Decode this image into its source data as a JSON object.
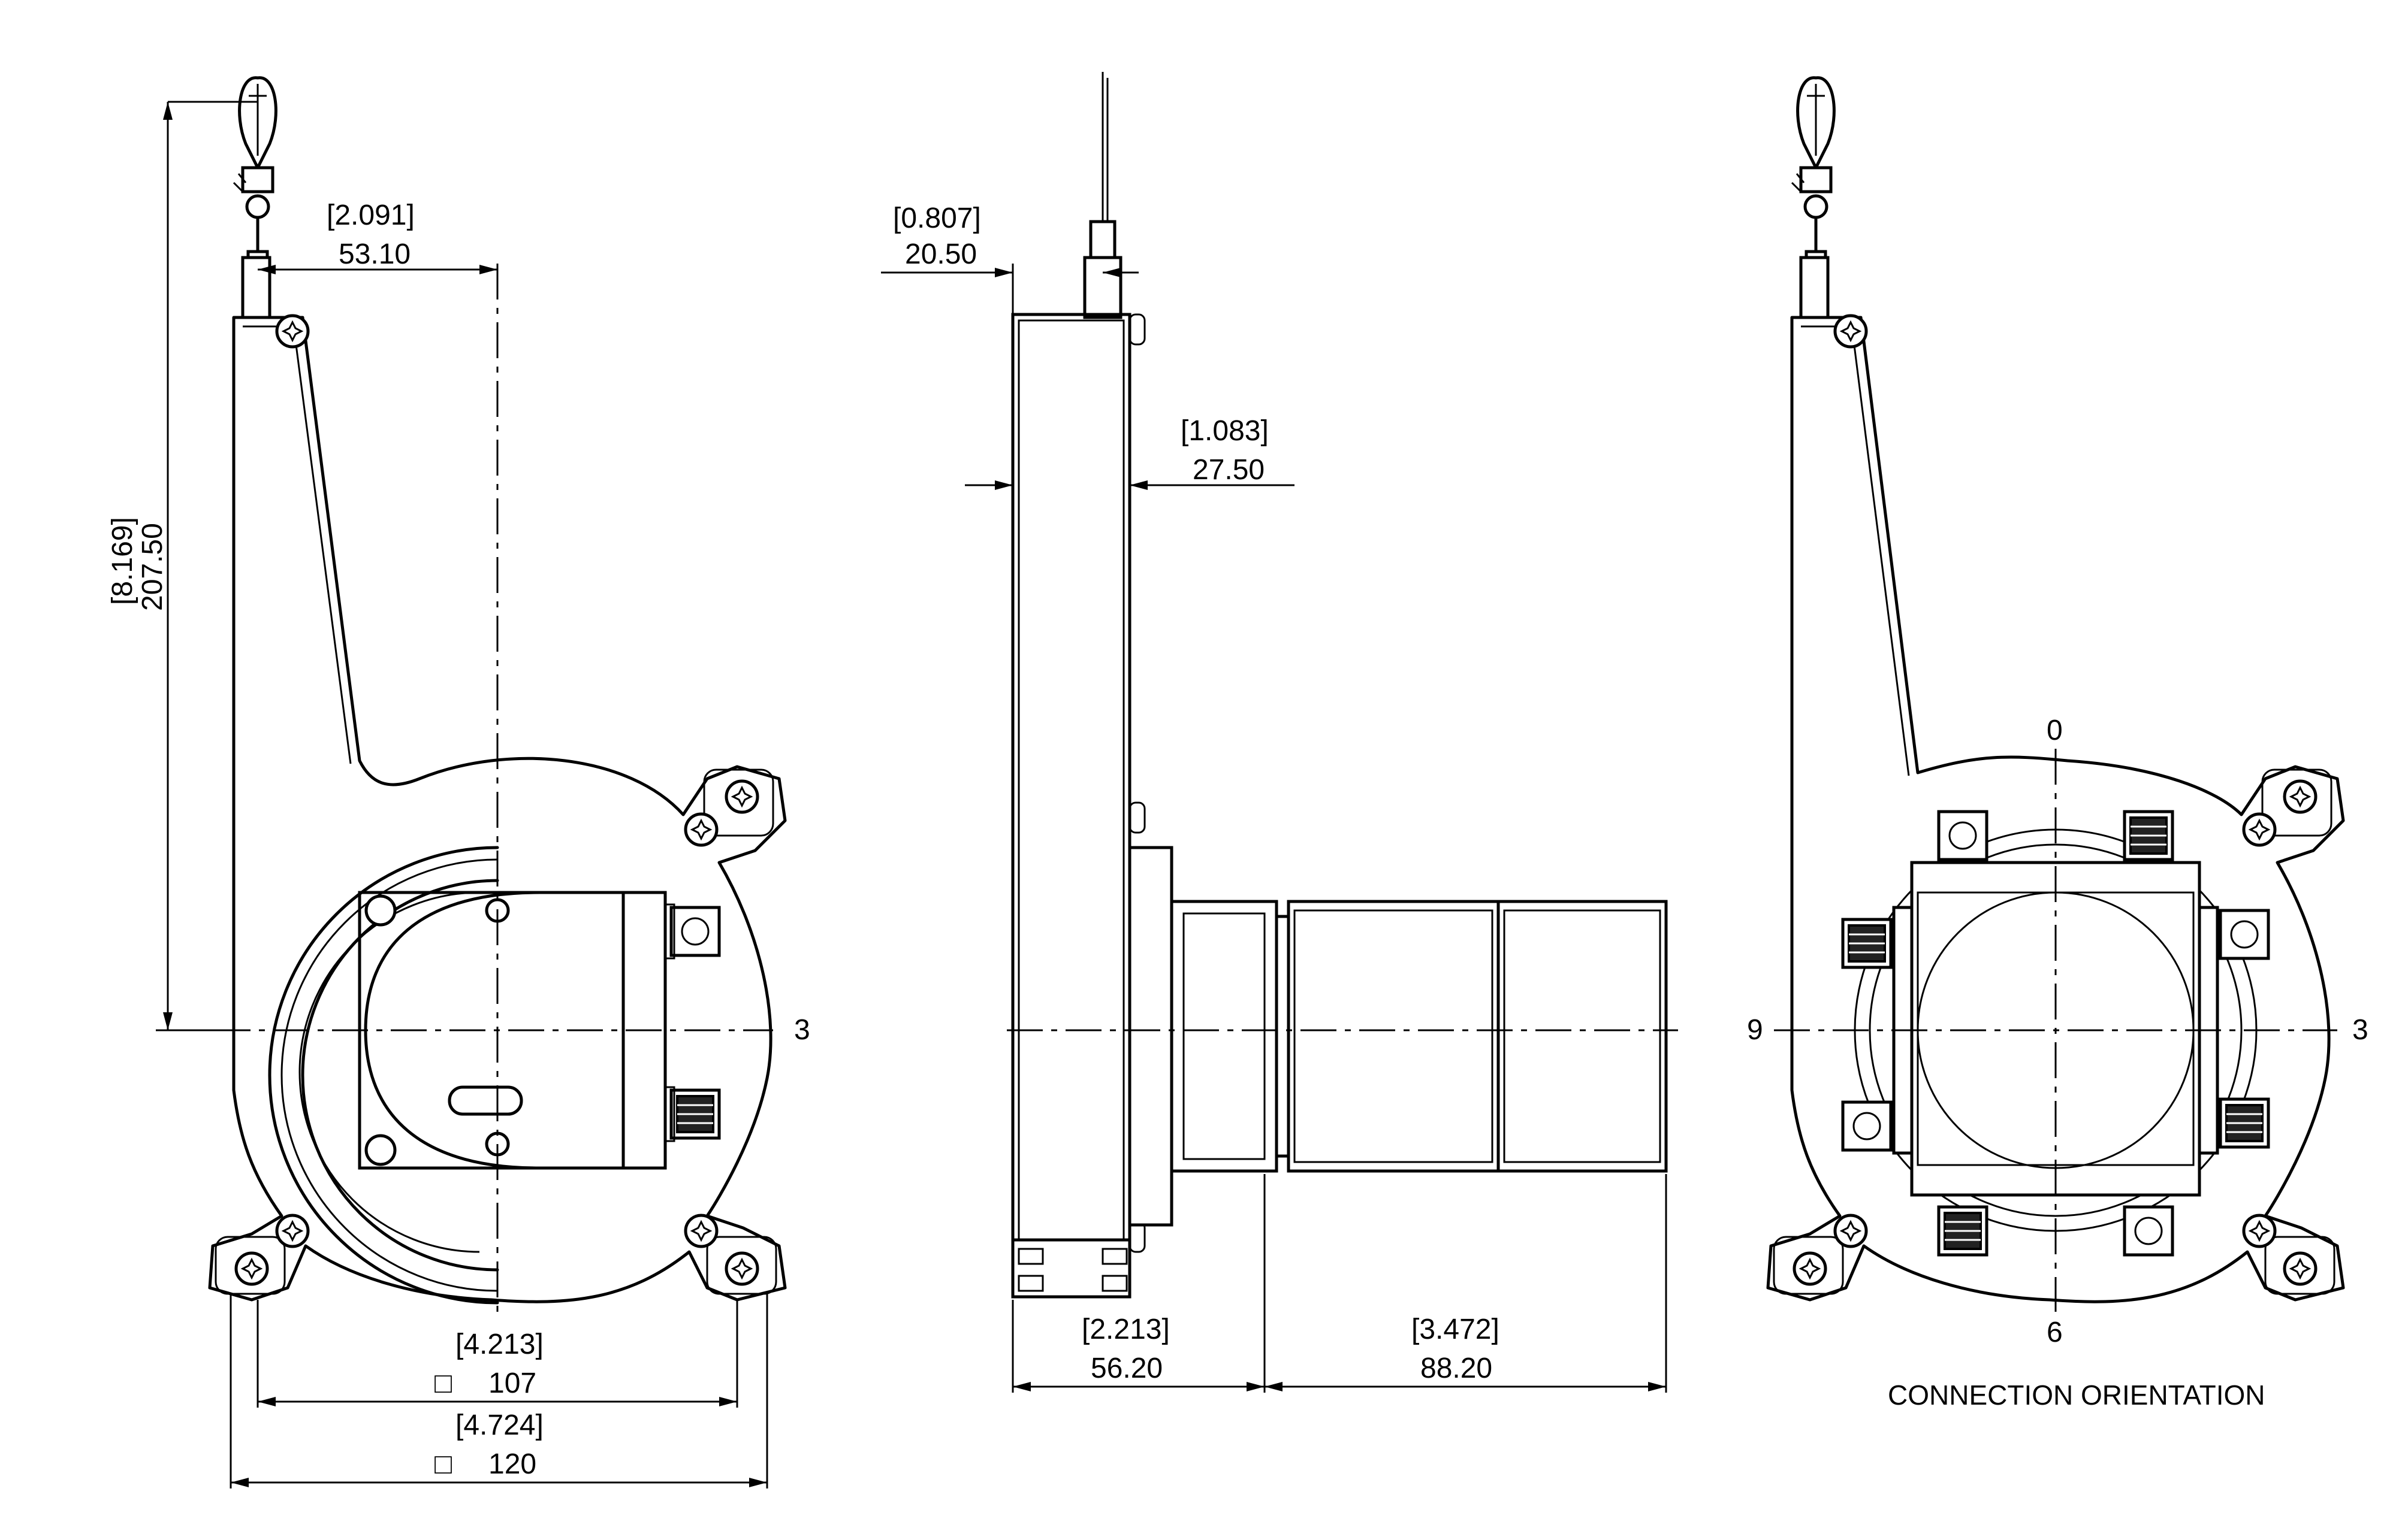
{
  "dimensions": {
    "width_inch": "2.091",
    "width_mm": "53.10",
    "height_inch": "8.169",
    "height_mm": "207.50",
    "flange_inner_inch": "4.213",
    "flange_inner_mm": "107",
    "flange_outer_inch": "4.724",
    "flange_outer_mm": "120",
    "cable_offset_inch": "0.807",
    "cable_offset_mm": "20.50",
    "body_depth_inch": "1.083",
    "body_depth_mm": "27.50",
    "housing_depth_inch": "2.213",
    "housing_depth_mm": "56.20",
    "encoder_length_inch": "3.472",
    "encoder_length_mm": "88.20",
    "square_symbol": "□"
  },
  "orientation": {
    "pos_0": "0",
    "pos_3": "3",
    "pos_6": "6",
    "pos_9": "9",
    "title": "CONNECTION ORIENTATION"
  }
}
